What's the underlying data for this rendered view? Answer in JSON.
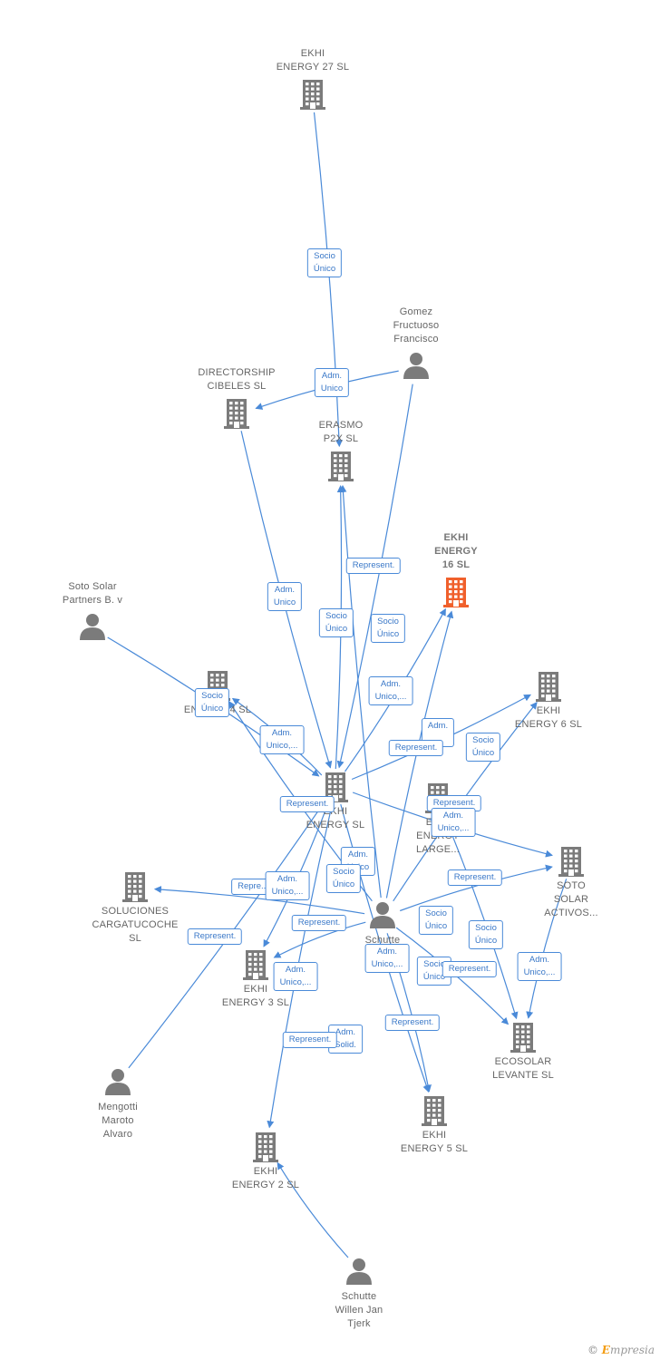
{
  "colors": {
    "edge": "#4a8ad8",
    "company": "#7b7b7b",
    "person": "#7b7b7b",
    "focus": "#f0602c"
  },
  "nodes": [
    {
      "id": "ekhi27",
      "type": "company",
      "label": "EKHI\nENERGY 27  SL"
    },
    {
      "id": "gomez",
      "type": "person",
      "label": "Gomez\nFructuoso\nFrancisco"
    },
    {
      "id": "directorship",
      "type": "company",
      "label": "DIRECTORSHIP\nCIBELES SL"
    },
    {
      "id": "erasmo",
      "type": "company",
      "label": "ERASMO\nP2X  SL"
    },
    {
      "id": "ekhi16",
      "type": "company",
      "focus": true,
      "label": "EKHI\nENERGY\n16  SL"
    },
    {
      "id": "sotopartners",
      "type": "person",
      "label": "Soto Solar\nPartners B. v"
    },
    {
      "id": "ekhi4",
      "type": "company",
      "label": "ENERGY 4  SL"
    },
    {
      "id": "ekhi6",
      "type": "company",
      "label": "EKHI\nENERGY 6  SL"
    },
    {
      "id": "ekhi",
      "type": "company",
      "label": "EKHI\nENERGY  SL"
    },
    {
      "id": "ekhilarge",
      "type": "company",
      "label": "EKHI\nENERGY\nLARGE..."
    },
    {
      "id": "sotoactivos",
      "type": "company",
      "label": "SOTO\nSOLAR\nACTIVOS..."
    },
    {
      "id": "soluciones",
      "type": "company",
      "label": "SOLUCIONES\nCARGATUCOCHE\nSL"
    },
    {
      "id": "schutte1",
      "type": "person",
      "label": "Schutte\nW..."
    },
    {
      "id": "ekhi3",
      "type": "company",
      "label": "EKHI\nENERGY 3  SL"
    },
    {
      "id": "ecosolar",
      "type": "company",
      "label": "ECOSOLAR\nLEVANTE  SL"
    },
    {
      "id": "mengotti",
      "type": "person",
      "label": "Mengotti\nMaroto\nAlvaro"
    },
    {
      "id": "ekhi5",
      "type": "company",
      "label": "EKHI\nENERGY 5  SL"
    },
    {
      "id": "ekhi2",
      "type": "company",
      "label": "EKHI\nENERGY 2  SL"
    },
    {
      "id": "schutte2",
      "type": "person",
      "label": "Schutte\nWillen Jan\nTjerk"
    }
  ],
  "edges": [
    {
      "from": "ekhi27",
      "to": "erasmo"
    },
    {
      "from": "gomez",
      "to": "directorship"
    },
    {
      "from": "gomez",
      "to": "ekhi"
    },
    {
      "from": "directorship",
      "to": "ekhi"
    },
    {
      "from": "sotopartners",
      "to": "ekhi"
    },
    {
      "from": "ekhi",
      "to": "erasmo"
    },
    {
      "from": "schutte1",
      "to": "erasmo"
    },
    {
      "from": "ekhi",
      "to": "ekhi16"
    },
    {
      "from": "schutte1",
      "to": "ekhi16"
    },
    {
      "from": "ekhi",
      "to": "ekhi4"
    },
    {
      "from": "schutte1",
      "to": "ekhi4"
    },
    {
      "from": "ekhi",
      "to": "ekhi6"
    },
    {
      "from": "schutte1",
      "to": "ekhi6"
    },
    {
      "from": "ekhi",
      "to": "sotoactivos"
    },
    {
      "from": "schutte1",
      "to": "sotoactivos"
    },
    {
      "from": "schutte1",
      "to": "soluciones"
    },
    {
      "from": "ekhi",
      "to": "ekhi3"
    },
    {
      "from": "schutte1",
      "to": "ekhi3"
    },
    {
      "from": "ekhilarge",
      "to": "ecosolar"
    },
    {
      "from": "sotoactivos",
      "to": "ecosolar"
    },
    {
      "from": "schutte1",
      "to": "ecosolar"
    },
    {
      "from": "ekhi",
      "to": "ekhi5"
    },
    {
      "from": "schutte1",
      "to": "ekhi5"
    },
    {
      "from": "ekhi",
      "to": "ekhi2"
    },
    {
      "from": "schutte2",
      "to": "ekhi2"
    },
    {
      "from": "mengotti",
      "to": "ekhi"
    }
  ],
  "edge_labels": [
    {
      "id": "l1",
      "text": "Socio\nÚnico"
    },
    {
      "id": "l2",
      "text": "Adm.\nUnico"
    },
    {
      "id": "l3",
      "text": "Adm.\nUnico"
    },
    {
      "id": "l4",
      "text": "Represent."
    },
    {
      "id": "l5",
      "text": "Socio\nÚnico"
    },
    {
      "id": "l6",
      "text": "Socio\nÚnico"
    },
    {
      "id": "l7",
      "text": "Adm.\nUnico,..."
    },
    {
      "id": "l8",
      "text": "Socio\nÚnico"
    },
    {
      "id": "l9",
      "text": "Adm.\nUnico,..."
    },
    {
      "id": "l10",
      "text": "Adm.\n..."
    },
    {
      "id": "l11",
      "text": "Represent."
    },
    {
      "id": "l12",
      "text": "Socio\nÚnico"
    },
    {
      "id": "l13",
      "text": "Represent."
    },
    {
      "id": "l14",
      "text": "Represent."
    },
    {
      "id": "l15",
      "text": "Adm.\nUnico,..."
    },
    {
      "id": "l16",
      "text": "Adm.\nUnico"
    },
    {
      "id": "l17",
      "text": "Repre..."
    },
    {
      "id": "l18",
      "text": "Adm.\nUnico,..."
    },
    {
      "id": "l19",
      "text": "Socio\nÚnico"
    },
    {
      "id": "l20",
      "text": "Represent."
    },
    {
      "id": "l21",
      "text": "Represent."
    },
    {
      "id": "l22",
      "text": "Represent."
    },
    {
      "id": "l23",
      "text": "Socio\nÚnico"
    },
    {
      "id": "l24",
      "text": "Socio\nÚnico"
    },
    {
      "id": "l25",
      "text": "Adm.\nUnico,..."
    },
    {
      "id": "l26",
      "text": "Adm.\nUnico,..."
    },
    {
      "id": "l27",
      "text": "Socio\nÚnico"
    },
    {
      "id": "l28",
      "text": "Represent."
    },
    {
      "id": "l29",
      "text": "Adm.\nUnico,..."
    },
    {
      "id": "l30",
      "text": "Represent."
    },
    {
      "id": "l31",
      "text": "Adm.\nSolid."
    },
    {
      "id": "l32",
      "text": "Represent."
    }
  ],
  "footer": {
    "copyright": "©",
    "brand_e": "E",
    "brand_rest": "mpresia"
  }
}
